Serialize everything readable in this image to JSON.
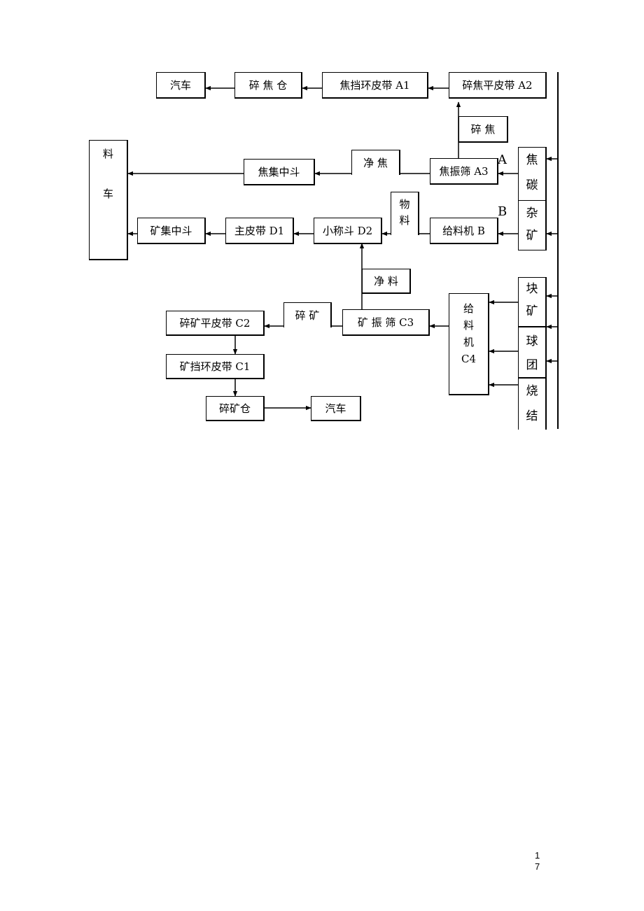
{
  "nodes": {
    "car_top": "汽车",
    "crushed_coke_bin": "碎 焦 仓",
    "coke_belt_a1": "焦挡环皮带 A1",
    "crushed_coke_belt_a2": "碎焦平皮带 A2",
    "crushed_coke": "碎 焦",
    "coke_hopper": "焦集中斗",
    "clean_coke": "净 焦",
    "coke_screen_a3": "焦振筛 A3",
    "material": "物料",
    "ore_hopper": "矿集中斗",
    "main_belt_d1": "主皮带 D1",
    "small_weigh_hopper_d2": "小称斗 D2",
    "feeder_b": "给料机  B",
    "clean_material": "净 料",
    "crushed_ore": "碎 矿",
    "crushed_ore_belt_c2": "碎矿平皮带 C2",
    "ore_screen_c3": "矿 振 筛 C3",
    "ore_belt_c1": "矿挡环皮带 C1",
    "crushed_ore_bin": "碎矿仓",
    "car_bottom": "汽车"
  },
  "skip_car": [
    "料",
    "车"
  ],
  "feeder_c4": [
    "给",
    "料",
    "机",
    "C4"
  ],
  "sources": {
    "coke_carbon": [
      "焦",
      "碳"
    ],
    "misc_ore": [
      "杂",
      "矿"
    ],
    "lump_ore": [
      "块",
      "矿"
    ],
    "pellet": [
      "球",
      "团"
    ],
    "sinter": [
      "烧",
      "结"
    ]
  },
  "markers": {
    "a": "A",
    "b": "B"
  },
  "page_number": [
    "1",
    "7"
  ]
}
